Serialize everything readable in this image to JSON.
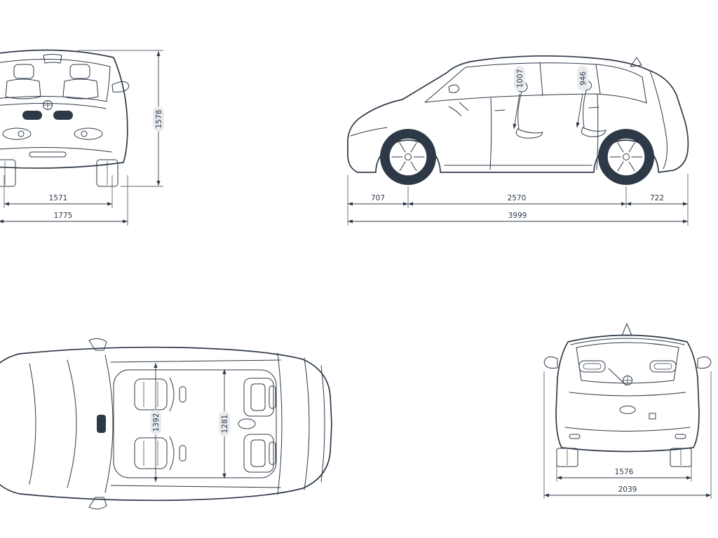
{
  "canvas": {
    "background": "#ffffff",
    "line_color": "#2e3947",
    "label_background": "#e9ecef",
    "subject": "car dimensions blueprint, four orthographic views"
  },
  "front_view": {
    "height": "1578",
    "track_width": "1571",
    "overall_width": "1775"
  },
  "side_view": {
    "front_door_height": "1007",
    "rear_door_height": "946",
    "front_overhang": "707",
    "wheelbase": "2570",
    "rear_overhang": "722",
    "overall_length": "3999"
  },
  "top_view": {
    "front_interior_width": "1392",
    "rear_interior_width": "1281"
  },
  "rear_view": {
    "track_width": "1576",
    "width_with_mirrors": "2039"
  }
}
